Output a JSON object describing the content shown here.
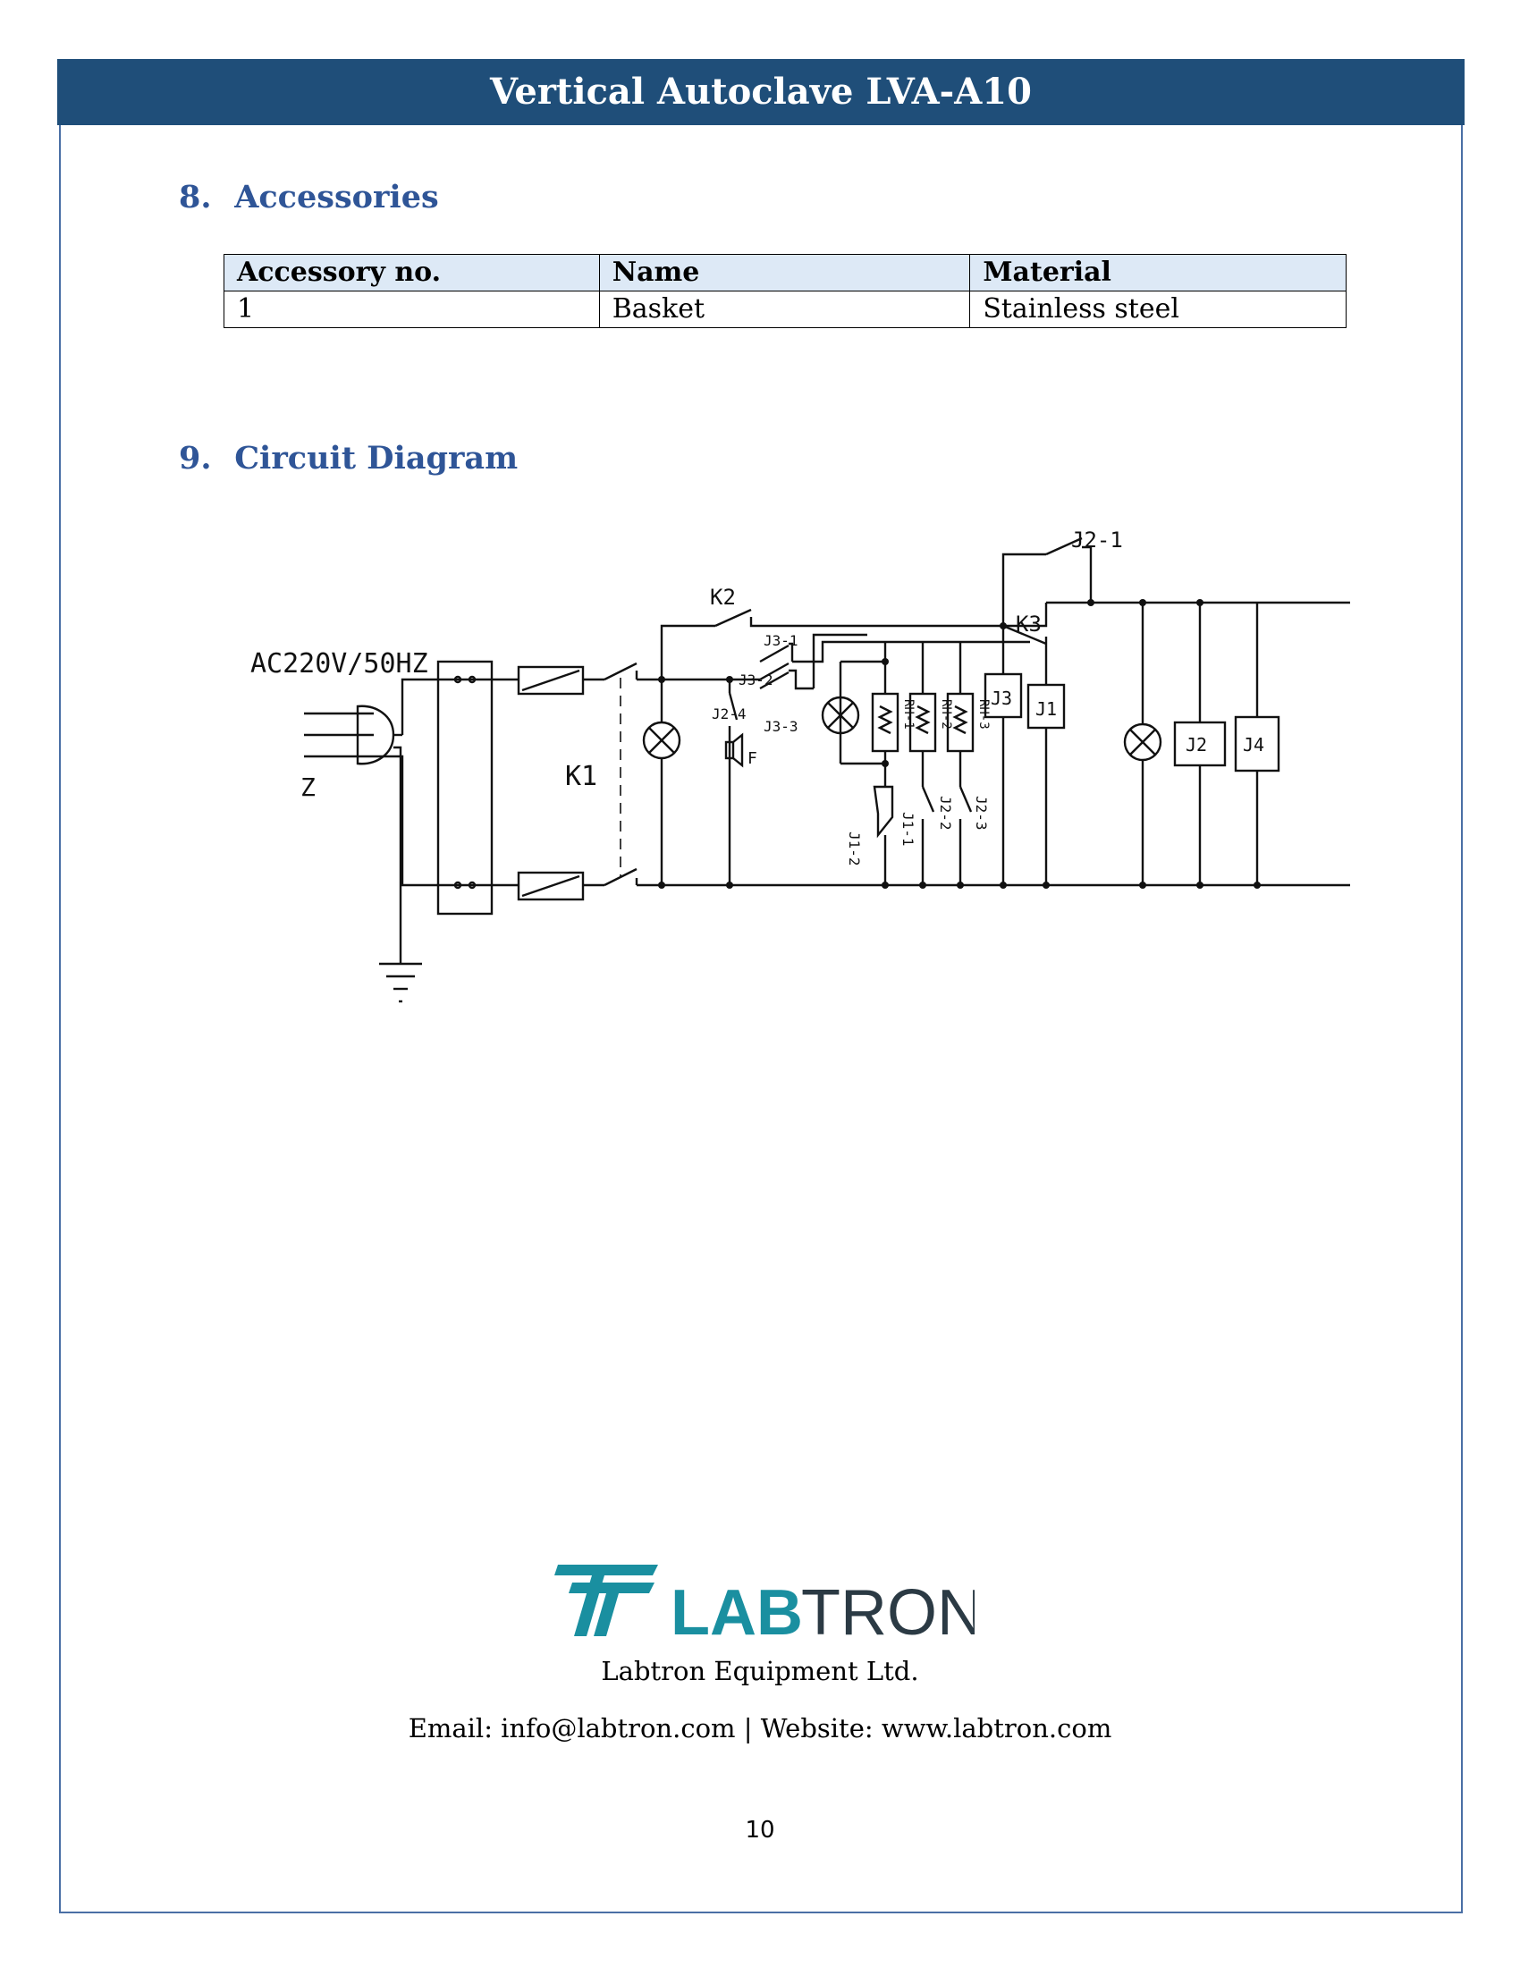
{
  "header": {
    "title": "Vertical Autoclave LVA-A10"
  },
  "sections": [
    {
      "number": "8.",
      "title": "Accessories"
    },
    {
      "number": "9.",
      "title": "Circuit Diagram"
    }
  ],
  "accessories_table": {
    "headers": [
      "Accessory no.",
      "Name",
      "Material"
    ],
    "rows": [
      [
        "1",
        "Basket",
        "Stainless steel"
      ]
    ]
  },
  "circuit_labels": {
    "supply": "AC220V/50HZ",
    "plug": "Z",
    "k1": "K1",
    "k2": "K2",
    "k3": "K3",
    "j2_1": "J2-1",
    "j3_1": "J3-1",
    "j3_2": "J3-2",
    "j3_3": "J3-3",
    "j2_4": "J2-4",
    "f": "F",
    "rh1": "RH-1",
    "rh2": "RH-2",
    "rh3": "RH-3",
    "j1_2": "J1-2",
    "j1_1": "J1-1",
    "j2_2": "J2-2",
    "j2_3": "J2-3",
    "j3": "J3",
    "j1": "J1",
    "j2": "J2",
    "j4": "J4"
  },
  "footer": {
    "logo_text_bold": "LAB",
    "logo_text_light": "TRON",
    "company": "Labtron Equipment Ltd.",
    "contact": "Email: info@labtron.com | Website: www.labtron.com",
    "page_number": "10"
  },
  "colors": {
    "banner": "#1f4e79",
    "section_title": "#2f5597",
    "table_header": "#dde9f6",
    "logo_teal": "#1a8fa0",
    "logo_dark": "#2b3a44"
  }
}
